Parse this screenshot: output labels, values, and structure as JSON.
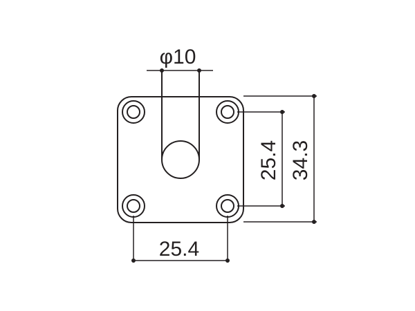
{
  "drawing": {
    "line_color": "#231f20",
    "background_color": "#ffffff",
    "dimensions": {
      "hole_diameter": "φ10",
      "vertical_hole_spacing": "25.4",
      "overall_height": "34.3",
      "horizontal_hole_spacing": "25.4"
    }
  }
}
